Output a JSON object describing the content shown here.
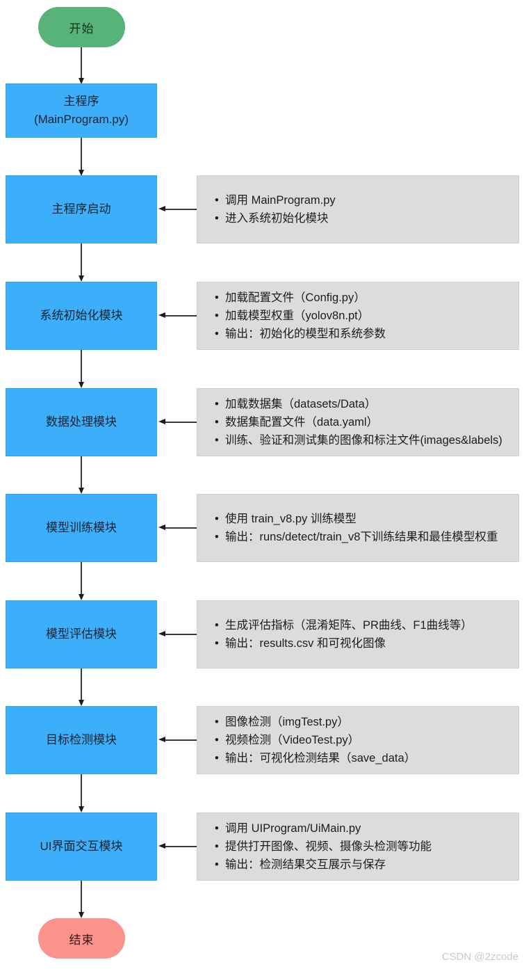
{
  "diagram": {
    "start": {
      "label": "开始"
    },
    "end": {
      "label": "结束"
    },
    "entry": {
      "line1": "主程序",
      "line2": "(MainProgram.py)"
    },
    "rows": [
      {
        "module": "主程序启动",
        "bullets": [
          "调用 MainProgram.py",
          "进入系统初始化模块"
        ]
      },
      {
        "module": "系统初始化模块",
        "bullets": [
          "加载配置文件（Config.py）",
          "加载模型权重（yolov8n.pt）",
          "输出：初始化的模型和系统参数"
        ]
      },
      {
        "module": "数据处理模块",
        "bullets": [
          "加载数据集（datasets/Data）",
          "数据集配置文件（data.yaml）",
          "训练、验证和测试集的图像和标注文件(images&labels)"
        ]
      },
      {
        "module": "模型训练模块",
        "bullets": [
          "使用 train_v8.py 训练模型",
          "输出：runs/detect/train_v8下训练结果和最佳模型权重"
        ]
      },
      {
        "module": "模型评估模块",
        "bullets": [
          "生成评估指标（混淆矩阵、PR曲线、F1曲线等）",
          "输出：results.csv 和可视化图像"
        ]
      },
      {
        "module": "目标检测模块",
        "bullets": [
          "图像检测（imgTest.py）",
          "视频检测（VideoTest.py）",
          "输出：可视化检测结果（save_data）"
        ]
      },
      {
        "module": "UI界面交互模块",
        "bullets": [
          "调用 UIProgram/UiMain.py",
          "提供打开图像、视频、摄像头检测等功能",
          "输出：检测结果交互展示与保存"
        ]
      }
    ]
  },
  "watermark": "CSDN @2zcode",
  "colors": {
    "node_blue": "#3daef9",
    "node_green": "#57b377",
    "node_pink": "#f9938c",
    "note_gray": "#dcdcdc",
    "arrow": "#2a2a2a"
  }
}
